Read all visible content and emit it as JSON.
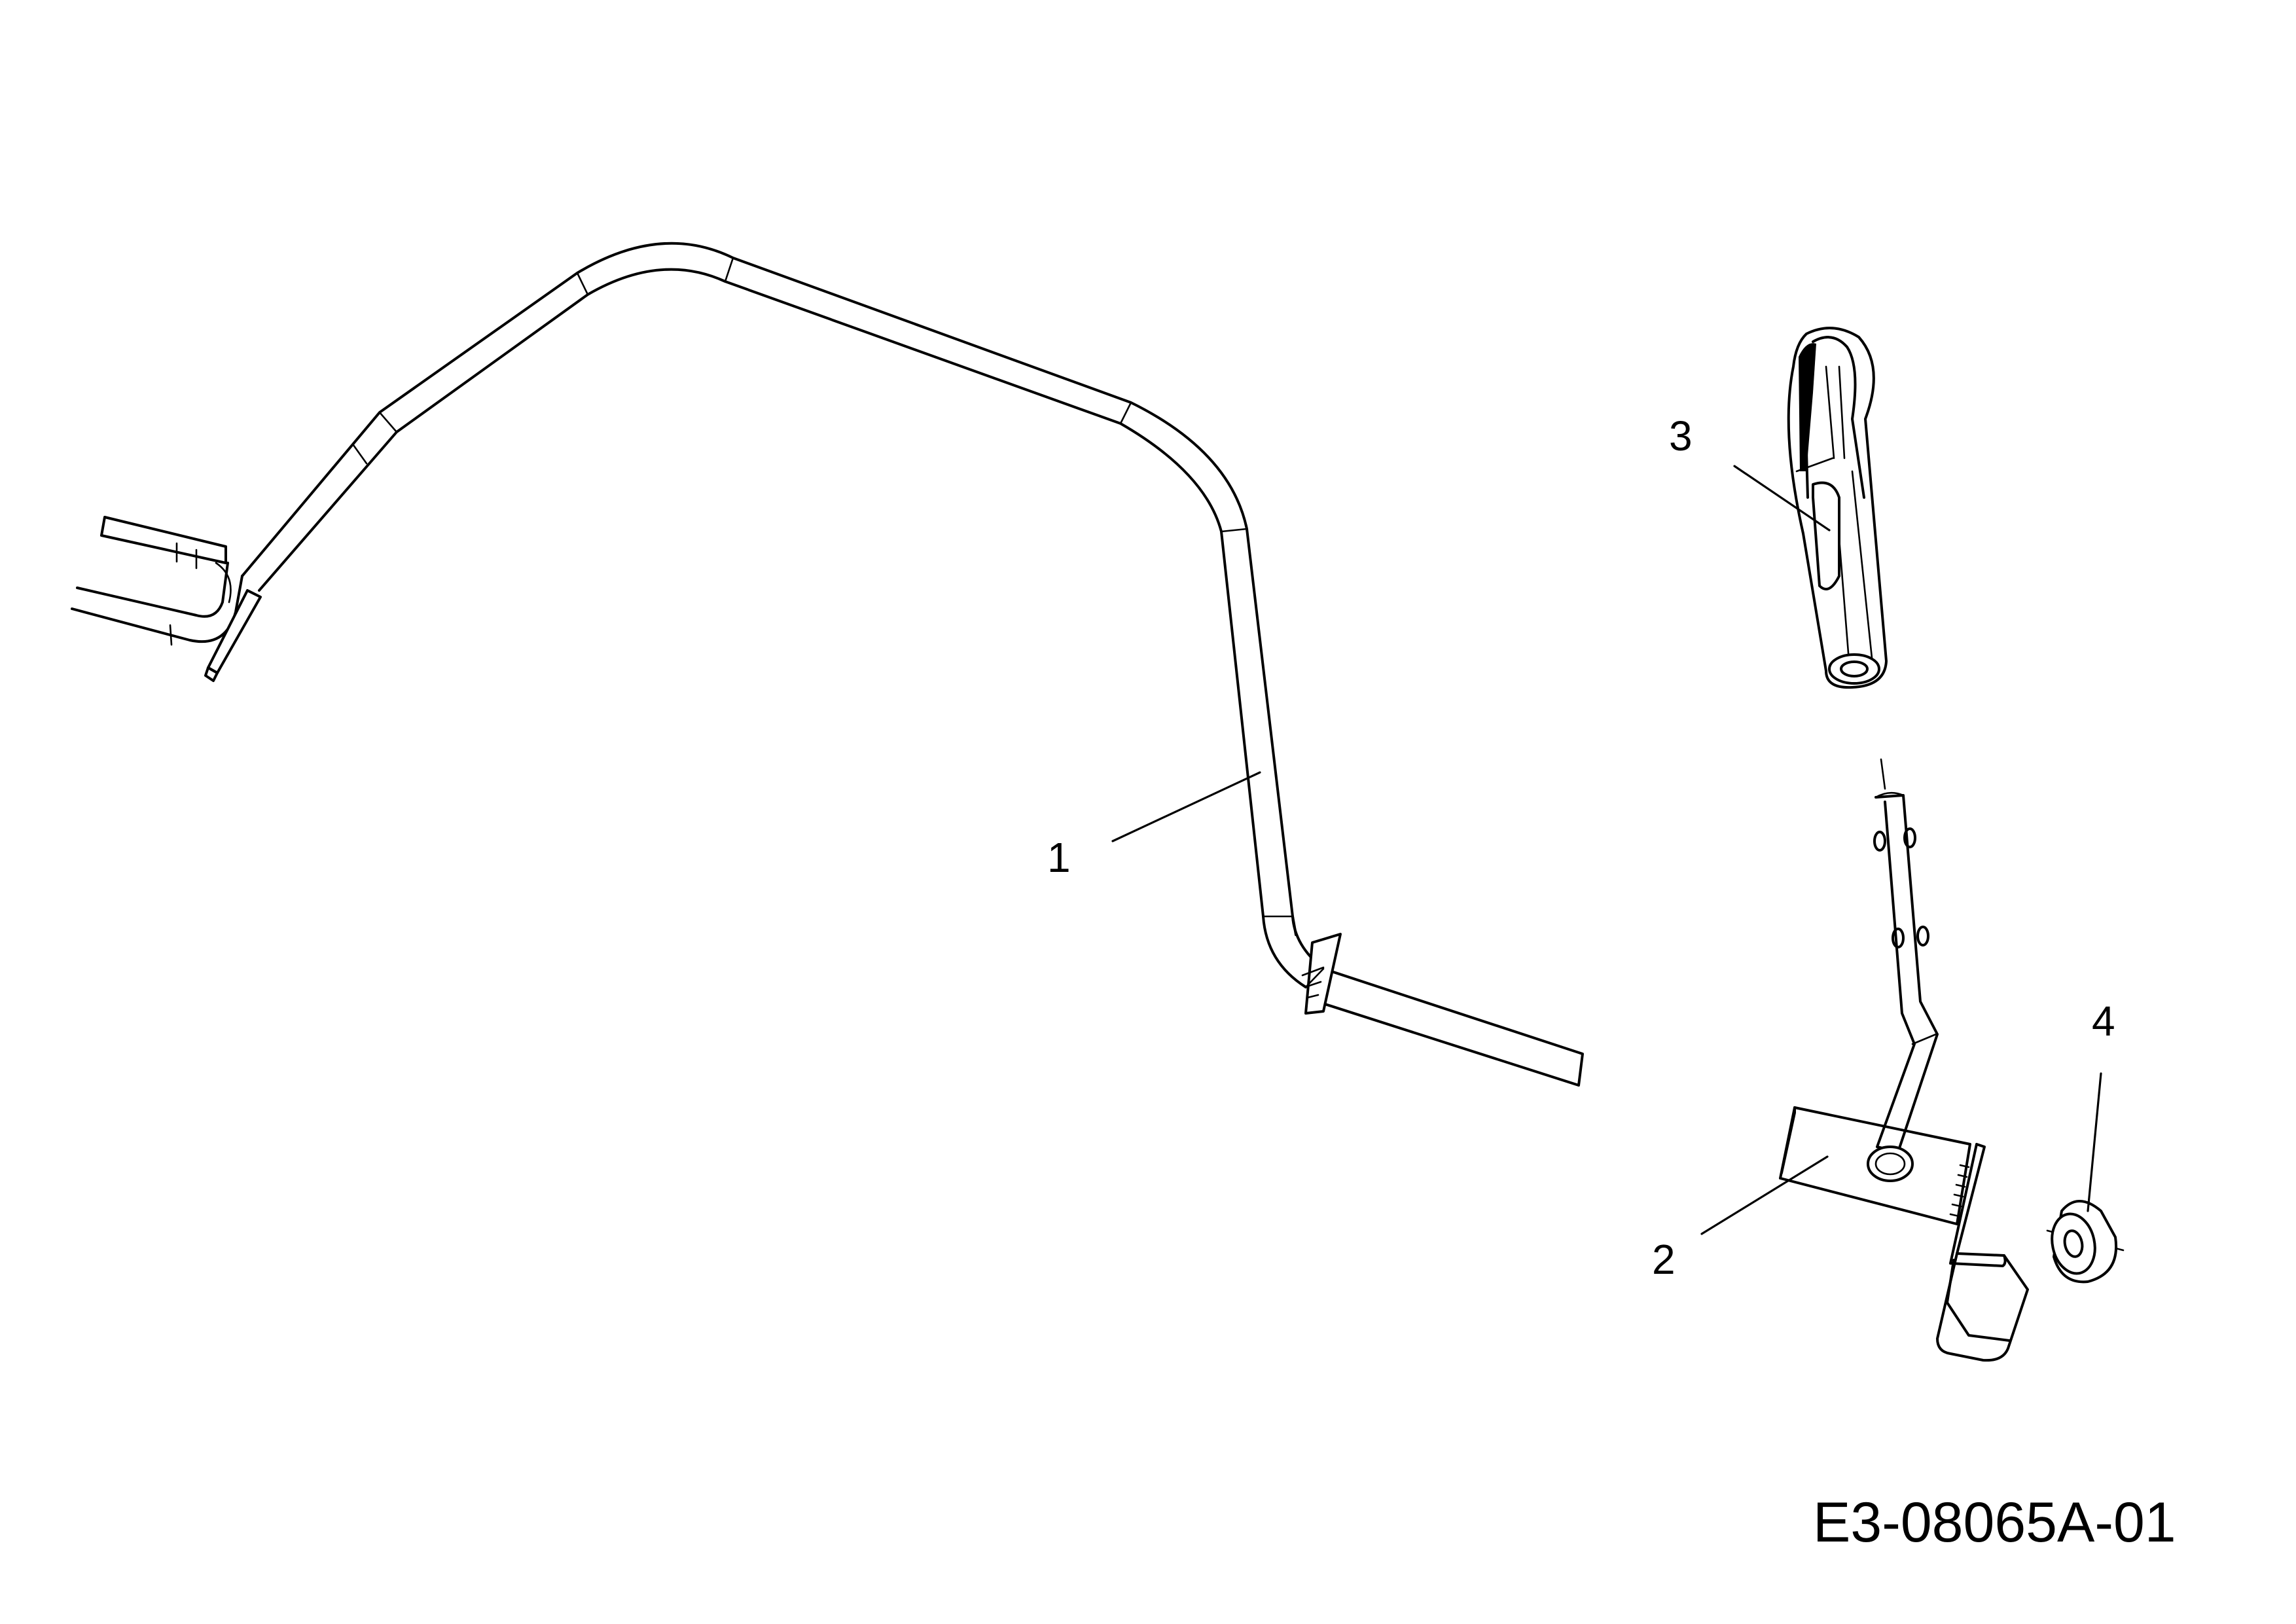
{
  "figure": {
    "background": "#ffffff",
    "line_color": "#000000",
    "drawing_number": "E3-08065A-01"
  },
  "parts": [
    {
      "callout": "1"
    },
    {
      "callout": "2"
    },
    {
      "callout": "3"
    },
    {
      "callout": "4"
    }
  ]
}
